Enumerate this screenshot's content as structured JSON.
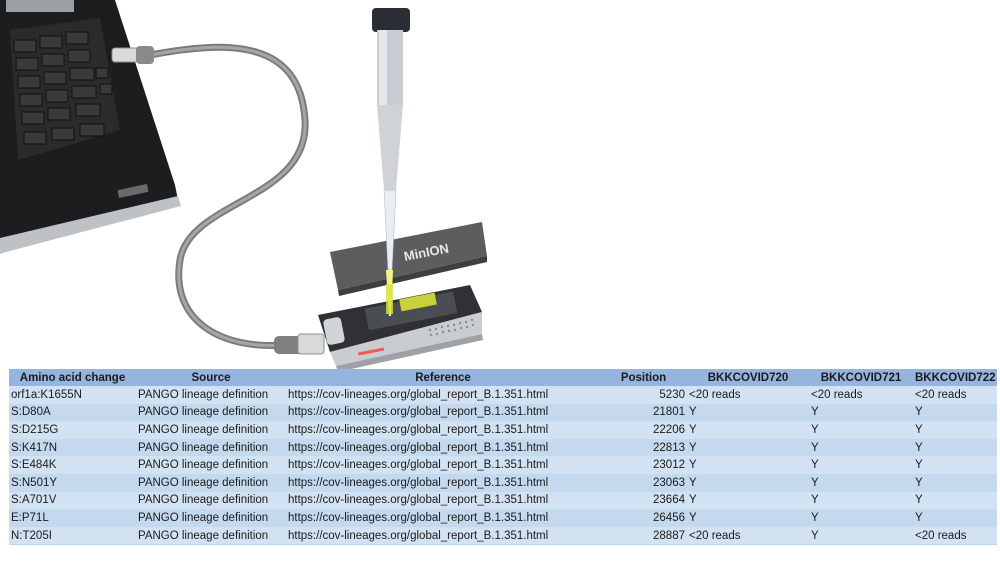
{
  "photo": {
    "device_brand": "MinION",
    "description_icons": [
      "laptop-icon",
      "usb-cable-icon",
      "pipette-icon",
      "minion-sequencer-icon",
      "flow-cell-icon"
    ]
  },
  "table": {
    "headers": [
      "Amino acid change",
      "Source",
      "Reference",
      "Position",
      "BKKCOVID720",
      "BKKCOVID721",
      "BKKCOVID722"
    ],
    "rows": [
      [
        "orf1a:K1655N",
        "PANGO lineage definition",
        "https://cov-lineages.org/global_report_B.1.351.html",
        "5230",
        "<20 reads",
        "<20 reads",
        "<20 reads"
      ],
      [
        "S:D80A",
        "PANGO lineage definition",
        "https://cov-lineages.org/global_report_B.1.351.html",
        "21801",
        "Y",
        "Y",
        "Y"
      ],
      [
        "S:D215G",
        "PANGO lineage definition",
        "https://cov-lineages.org/global_report_B.1.351.html",
        "22206",
        "Y",
        "Y",
        "Y"
      ],
      [
        "S:K417N",
        "PANGO lineage definition",
        "https://cov-lineages.org/global_report_B.1.351.html",
        "22813",
        "Y",
        "Y",
        "Y"
      ],
      [
        "S:E484K",
        "PANGO lineage definition",
        "https://cov-lineages.org/global_report_B.1.351.html",
        "23012",
        "Y",
        "Y",
        "Y"
      ],
      [
        "S:N501Y",
        "PANGO lineage definition",
        "https://cov-lineages.org/global_report_B.1.351.html",
        "23063",
        "Y",
        "Y",
        "Y"
      ],
      [
        "S:A701V",
        "PANGO lineage definition",
        "https://cov-lineages.org/global_report_B.1.351.html",
        "23664",
        "Y",
        "Y",
        "Y"
      ],
      [
        "E:P71L",
        "PANGO lineage definition",
        "https://cov-lineages.org/global_report_B.1.351.html",
        "26456",
        "Y",
        "Y",
        "Y"
      ],
      [
        "N:T205I",
        "PANGO lineage definition",
        "https://cov-lineages.org/global_report_B.1.351.html",
        "28887",
        "<20 reads",
        "Y",
        "<20 reads"
      ]
    ]
  }
}
